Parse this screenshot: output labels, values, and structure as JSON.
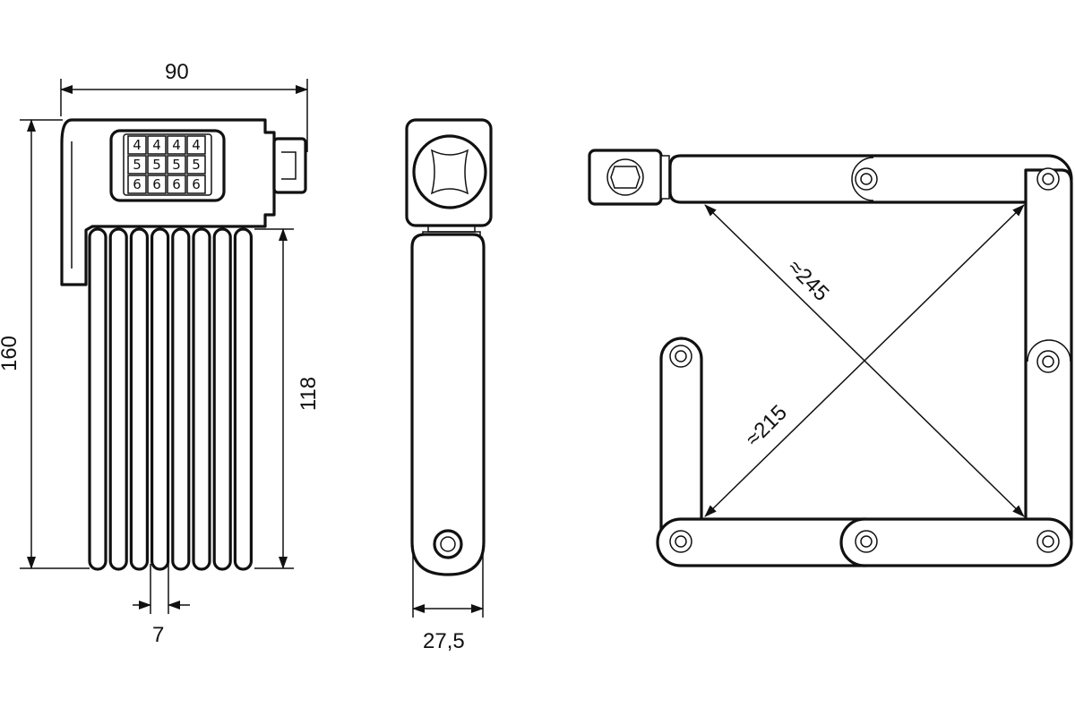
{
  "dimensions": {
    "width": "90",
    "height": "160",
    "link_length": "118",
    "link_width": "7",
    "thickness": "27,5",
    "diag_long": "≈245",
    "diag_short": "≈215"
  },
  "code_wheels": [
    [
      "4",
      "4",
      "4",
      "4"
    ],
    [
      "5",
      "5",
      "5",
      "5"
    ],
    [
      "6",
      "6",
      "6",
      "6"
    ]
  ],
  "colors": {
    "line": "#111111",
    "background": "#ffffff"
  }
}
